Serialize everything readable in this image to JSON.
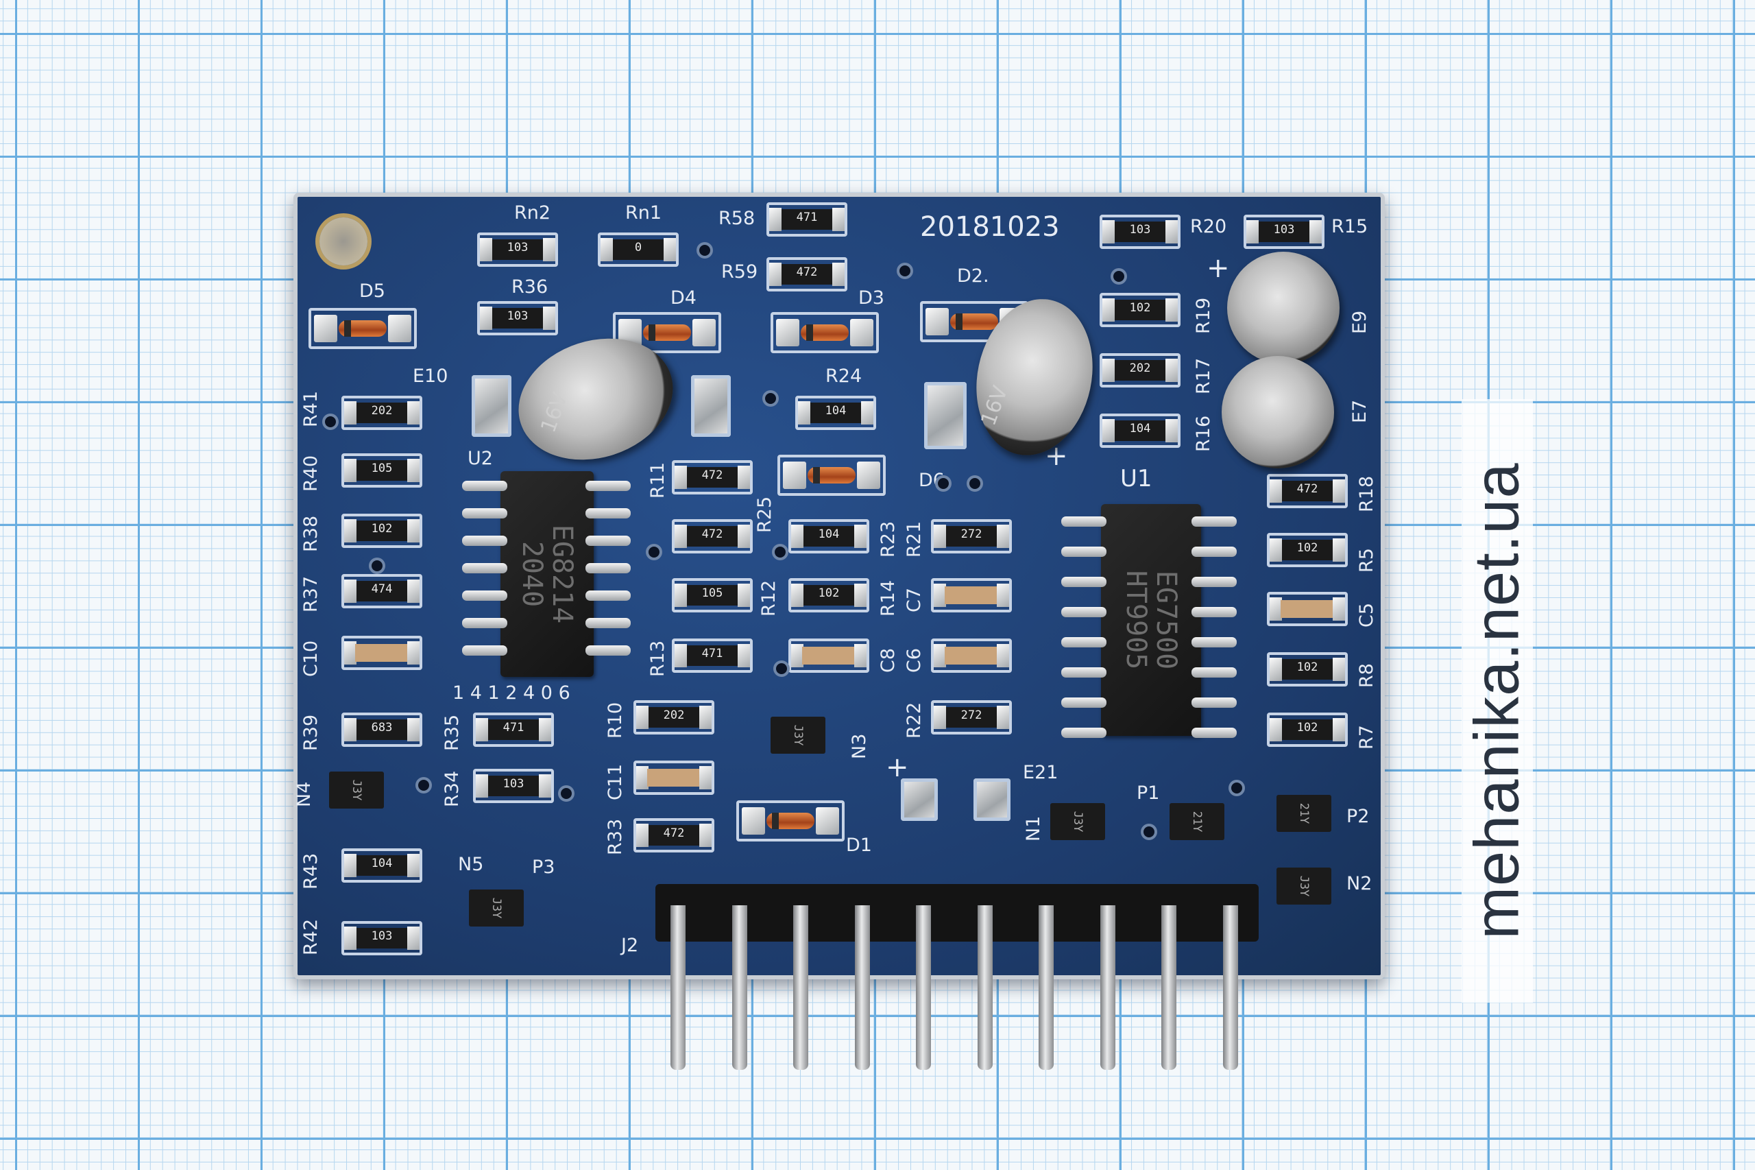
{
  "board": {
    "date_code": "20181023",
    "u1_label": "U1",
    "u2_label": "U2",
    "u1_marking": [
      "EG7500",
      "HT9905"
    ],
    "u2_marking": [
      "EG8214",
      "2040"
    ],
    "u2_series": "1 4 1 2 4 0 6",
    "header_label": "J2",
    "plus_sign": "+",
    "labels": {
      "rn2": "Rn2",
      "rn1": "Rn1",
      "r58": "R58",
      "r59": "R59",
      "r20": "R20",
      "r15": "R15",
      "d5": "D5",
      "r36": "R36",
      "d4": "D4",
      "d3": "D3",
      "d2": "D2.",
      "r19": "R19",
      "e9": "E9",
      "e10": "E10",
      "r41": "R41",
      "r24": "R24",
      "r17": "R17",
      "r16": "R16",
      "e7": "E7",
      "r40": "R40",
      "r11": "R11",
      "r25": "R25",
      "d6": "D6",
      "r18": "R18",
      "r38": "R38",
      "r23": "R23",
      "r21": "R21",
      "r37": "R37",
      "r12": "R12",
      "r14": "R14",
      "c7": "C7",
      "r5": "R5",
      "c5": "C5",
      "c10": "C10",
      "r13": "R13",
      "c8": "C8",
      "c6": "C6",
      "r8": "R8",
      "r39": "R39",
      "r35": "R35",
      "r10": "R10",
      "n3": "N3",
      "r22": "R22",
      "r7": "R7",
      "n4": "N4",
      "r34": "R34",
      "c11": "C11",
      "e21": "E21",
      "n1": "N1",
      "p1": "P1",
      "p2": "P2",
      "r43": "R43",
      "n5": "N5",
      "p3": "P3",
      "r33": "R33",
      "d1": "D1",
      "n2": "N2",
      "r42": "R42"
    },
    "codes": {
      "rn2": "103",
      "rn1": "0",
      "r58": "471",
      "r59": "472",
      "r20": "103",
      "r15": "103",
      "r36": "103",
      "r19": "102",
      "r41": "202",
      "r24": "104",
      "r17": "202",
      "r16": "104",
      "r40": "105",
      "r11": "472",
      "r18": "472",
      "r38": "102",
      "r25": "472",
      "r23": "104",
      "r21": "272",
      "r5": "102",
      "r37": "474",
      "r12": "105",
      "r14": "102",
      "r13": "471",
      "r8": "102",
      "r39": "683",
      "r35": "471",
      "r10": "202",
      "r22": "272",
      "r7": "102",
      "r34": "103",
      "r33": "472",
      "r43": "104",
      "r42": "103"
    },
    "sot_codes": {
      "n3": "J3Y",
      "n4": "J3Y",
      "n5": "J3Y",
      "n1": "J3Y",
      "p1": "21Y",
      "p2": "21Y",
      "n2": "J3Y"
    },
    "cap_markings": {
      "e10": "16V",
      "d2_cap": "16V"
    },
    "pin_count": 10
  },
  "watermark": "mehanika.net.ua"
}
